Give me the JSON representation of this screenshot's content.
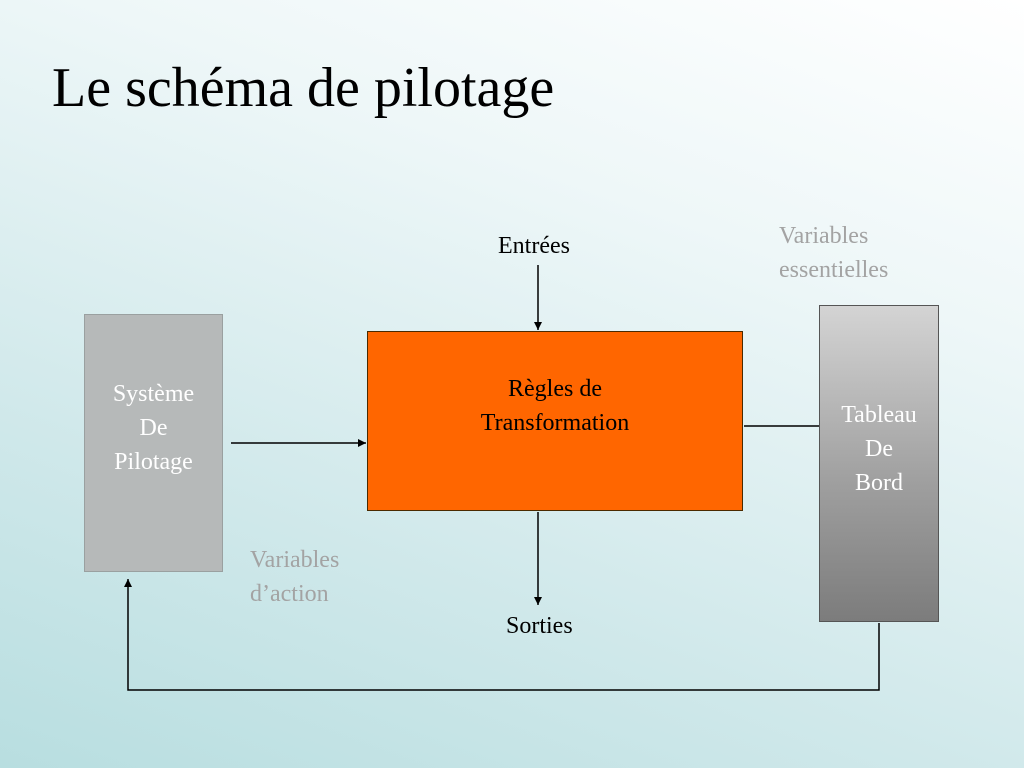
{
  "title": "Le schéma de pilotage",
  "nodes": {
    "systeme": [
      "Système",
      "De",
      "Pilotage"
    ],
    "regles": [
      "Règles de",
      "Transformation"
    ],
    "tableau": [
      "Tableau",
      "De",
      "Bord"
    ]
  },
  "labels": {
    "entrees": "Entrées",
    "sorties": "Sorties",
    "variables_essentielles": [
      "Variables",
      "essentielles"
    ],
    "variables_action": [
      "Variables",
      "d’action"
    ]
  },
  "colors": {
    "regles_fill": "#ff6600",
    "systeme_fill": "#b6b9b9",
    "annotation_text": "#a3a3a3"
  }
}
